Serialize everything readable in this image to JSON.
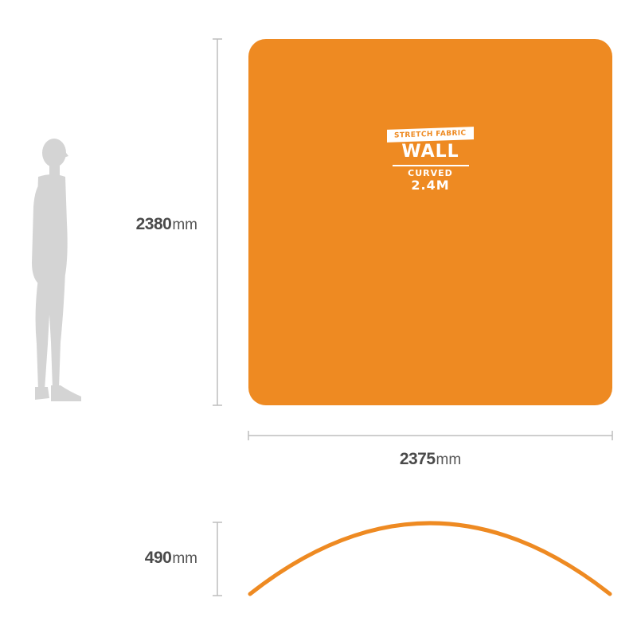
{
  "product": {
    "tag": "STRETCH FABRIC",
    "name": "WALL",
    "variant": "CURVED",
    "size": "2.4M"
  },
  "dimensions": {
    "height": {
      "value": "2380",
      "unit": "mm"
    },
    "width": {
      "value": "2375",
      "unit": "mm"
    },
    "depth": {
      "value": "490",
      "unit": "mm"
    }
  },
  "colors": {
    "accent": "#ee8a22",
    "person": "#d4d4d4",
    "dimension_line": "#bdbdbd",
    "text": "#4a4a4a"
  }
}
